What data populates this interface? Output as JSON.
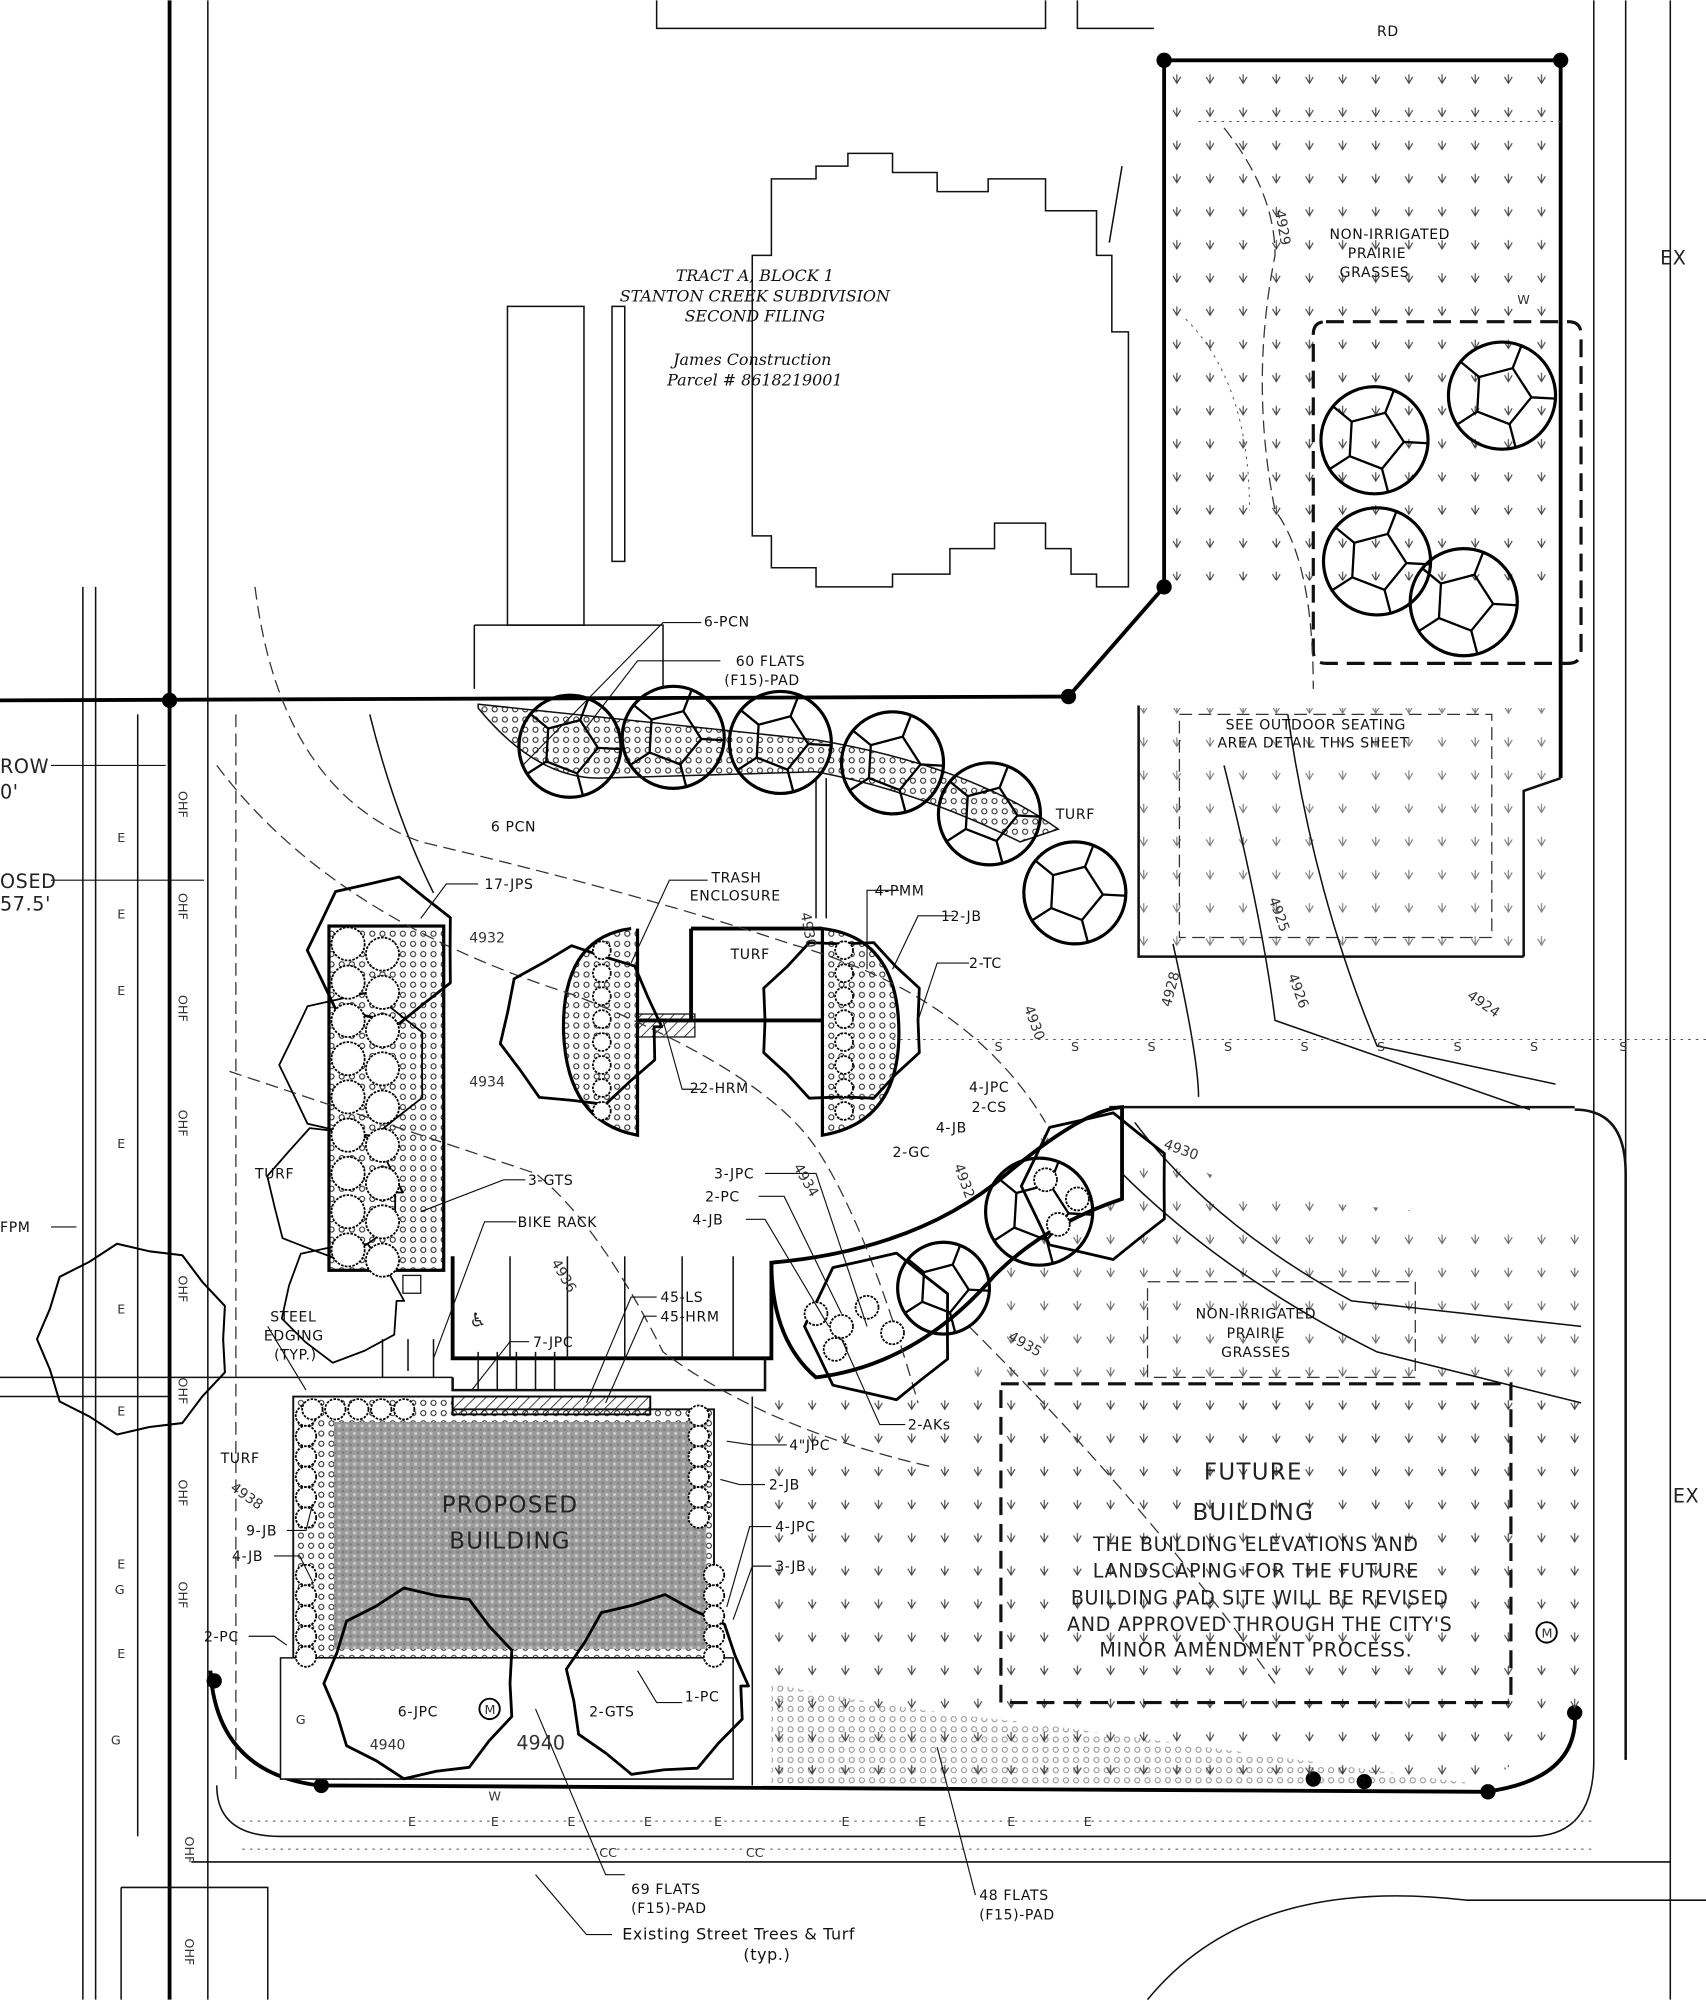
{
  "road_label": "RD",
  "parcel": {
    "tract": "TRACT A, BLOCK 1",
    "subdivision": "STANTON CREEK SUBDIVISION",
    "filing": "SECOND FILING",
    "owner": "James Construction",
    "parcel_no": "Parcel # 8618219001"
  },
  "edge_labels": {
    "ex_top": "EX",
    "ex_mid": "EX",
    "row_1": "ROW",
    "row_2": "0'",
    "proposed_1": "OSED",
    "proposed_2": "57.5'",
    "fpm": "FPM"
  },
  "areas": {
    "prairie_north": [
      "NON-IRRIGATED",
      "PRAIRIE",
      "GRASSES"
    ],
    "prairie_south": [
      "NON-IRRIGATED",
      "PRAIRIE",
      "GRASSES"
    ],
    "seating": [
      "SEE OUTDOOR SEATING",
      "AREA DETAIL THIS SHEET"
    ],
    "proposed_building": [
      "PROPOSED",
      "BUILDING"
    ],
    "future_building_title": [
      "FUTURE",
      "BUILDING"
    ],
    "future_building_note": [
      "THE BUILDING ELEVATIONS AND",
      "LANDSCAPING FOR THE FUTURE",
      "BUILDING PAD SITE WILL BE REVISED",
      "AND APPROVED THROUGH THE CITY'S",
      "MINOR AMENDMENT PROCESS."
    ]
  },
  "callouts": {
    "pcn_6": "6-PCN",
    "flats_60_1": "60 FLATS",
    "flats_60_2": "(F15)-PAD",
    "pcn_6b": "6 PCN",
    "jps_17": "17-JPS",
    "trash_1": "TRASH",
    "trash_2": "ENCLOSURE",
    "pmm_4": "4-PMM",
    "jb_12": "12-JB",
    "tc_2": "2-TC",
    "turf_a": "TURF",
    "turf_b": "TURF",
    "turf_c": "TURF",
    "turf_d": "TURF",
    "hrm_22": "22-HRM",
    "jpc_4a": "4-JPC",
    "cs_2": "2-CS",
    "jb_4a": "4-JB",
    "gc_2": "2-GC",
    "gts_3": "3-GTS",
    "bike_rack": "BIKE RACK",
    "jpc_3": "3-JPC",
    "pc_2a": "2-PC",
    "jb_4b": "4-JB",
    "steel_1": "STEEL",
    "steel_2": "EDGING",
    "steel_3": "(TYP.)",
    "ls_45": "45-LS",
    "hrm_45": "45-HRM",
    "jpc_7": "7-JPC",
    "aks_2": "2-AKs",
    "jpc_4b": "4\"JPC",
    "jb_2": "2-JB",
    "jpc_4c": "4-JPC",
    "jb_3": "3-JB",
    "jb_9": "9-JB",
    "jb_4c": "4-JB",
    "pc_2b": "2-PC",
    "jpc_6": "6-JPC",
    "gts_2": "2-GTS",
    "pc_1": "1-PC",
    "flats_69_1": "69 FLATS",
    "flats_69_2": "(F15)-PAD",
    "flats_48_1": "48 FLATS",
    "flats_48_2": "(F15)-PAD",
    "street_trees_1": "Existing Street Trees & Turf",
    "street_trees_2": "(typ.)"
  },
  "contours": {
    "c4929": "4929",
    "c4932": "4932",
    "c4934": "4934",
    "c4934b": "4934",
    "c4930": "4930",
    "c4930b": "4930",
    "c4932b": "4932",
    "c4928": "4928",
    "c4926": "4926",
    "c4925": "4925",
    "c4924": "4924",
    "c4936": "4936",
    "c4935": "4935",
    "c4938": "4938",
    "c4940a": "4940",
    "c4940b": "4940"
  },
  "utility_labels": {
    "electric": "E",
    "overhead": "OHF",
    "sewer": "S",
    "water": "W",
    "cable": "CC",
    "gas": "G",
    "meter": "M"
  }
}
